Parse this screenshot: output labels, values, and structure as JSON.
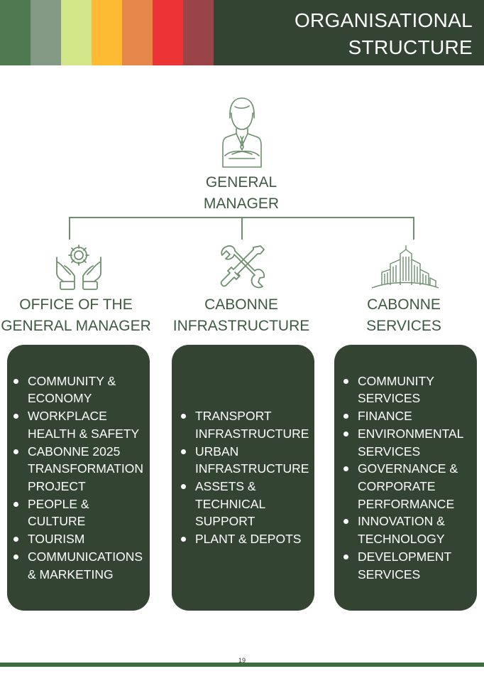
{
  "header": {
    "title_line1": "ORGANISATIONAL",
    "title_line2": "STRUCTURE",
    "colors": {
      "background": "#334532",
      "swatches": [
        "#4f7a4f",
        "#849a85",
        "#d3e589",
        "#fcbb33",
        "#e6874c",
        "#ec3335",
        "#9a4447"
      ]
    }
  },
  "general_manager": {
    "icon": "businessman-icon",
    "title_line1": "GENERAL",
    "title_line2": "MANAGER"
  },
  "departments": [
    {
      "icon": "hands-gear-icon",
      "title_line1": "OFFICE OF THE",
      "title_line2": "GENERAL MANAGER",
      "items": [
        "COMMUNITY & ECONOMY",
        "WORKPLACE HEALTH & SAFETY",
        "CABONNE 2025 TRANSFORMATION PROJECT",
        "PEOPLE & CULTURE",
        "TOURISM",
        "COMMUNICATIONS & MARKETING"
      ]
    },
    {
      "icon": "wrench-screwdriver-icon",
      "title_line1": "CABONNE",
      "title_line2": "INFRASTRUCTURE",
      "items": [
        "TRANSPORT INFRASTRUCTURE",
        "URBAN INFRASTRUCTURE",
        "ASSETS & TECHNICAL SUPPORT",
        "PLANT & DEPOTS"
      ]
    },
    {
      "icon": "city-buildings-icon",
      "title_line1": "CABONNE",
      "title_line2": "SERVICES",
      "items": [
        "COMMUNITY SERVICES",
        "FINANCE",
        "ENVIRONMENTAL SERVICES",
        "GOVERNANCE & CORPORATE PERFORMANCE",
        "INNOVATION & TECHNOLOGY",
        "DEVELOPMENT SERVICES"
      ]
    }
  ],
  "footer": {
    "page_number": "19",
    "bar_color": "#3f6b3f"
  }
}
